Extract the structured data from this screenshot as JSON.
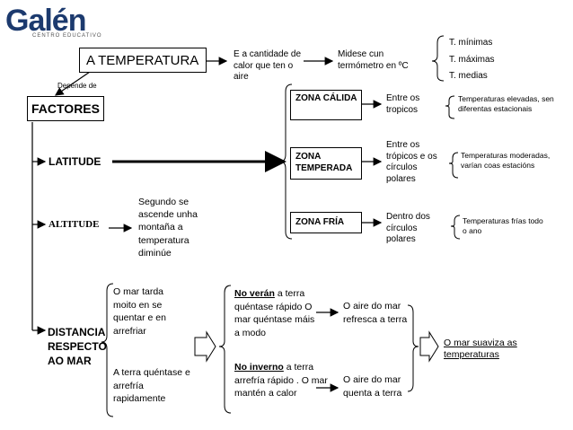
{
  "logo": {
    "name": "Galén",
    "subtitle": "CENTRO EDUCATIVO"
  },
  "title": "A TEMPERATURA",
  "definition": "E a cantidade de calor que ten o aire",
  "measure": "Midese cun termómetro en ºC",
  "temp_types": [
    "T. mínimas",
    "T. máximas",
    "T. medias"
  ],
  "depends_label": "Depende de",
  "factors_label": "FACTORES",
  "latitude": {
    "label": "LATITUDE",
    "zones": [
      {
        "name": "ZONA CÁLIDA",
        "location": "Entre os tropicos",
        "desc": "Temperaturas elevadas, sen diferentas estacionais"
      },
      {
        "name": "ZONA TEMPERADA",
        "location": "Entre os trópicos e os círculos polares",
        "desc": "Temperaturas moderadas, varían coas estacións"
      },
      {
        "name": "ZONA FRÍA",
        "location": "Dentro dos círculos polares",
        "desc": "Temperaturas frías todo o ano"
      }
    ]
  },
  "altitude": {
    "label": "ALTITUDE",
    "desc": "Segundo se ascende unha montaña a temperatura diminúe"
  },
  "sea": {
    "label": "DISTANCIA RESPECTO AO MAR",
    "slow": "O mar tarda moito en se quentar e en arrefriar",
    "fast": "A terra quéntase e arrefría rapidamente",
    "summer_title": "No verán",
    "summer_text": " a terra quéntase rápido O mar quéntase máis a modo",
    "winter_title": "No inverno",
    "winter_text": " a terra arrefría rápido . O mar mantén a calor",
    "summer_result": "O aire do mar refresca a terra",
    "winter_result": "O aire do mar quenta a terra",
    "conclusion": "O mar suaviza as temperaturas"
  },
  "colors": {
    "logo": "#1c3a6e",
    "accent": "#e8a13a"
  }
}
